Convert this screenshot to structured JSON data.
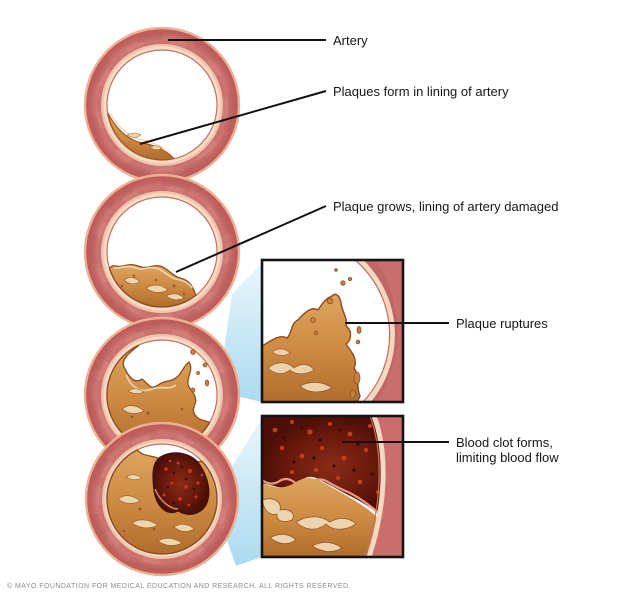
{
  "diagram": {
    "subject": "atherosclerosis-progression-in-artery",
    "labels": {
      "artery": "Artery",
      "plaques_form": "Plaques form in lining of artery",
      "plaque_grows": "Plaque grows, lining of artery damaged",
      "plaque_ruptures": "Plaque ruptures",
      "blood_clot_line1": "Blood clot forms,",
      "blood_clot_line2": "limiting blood flow"
    },
    "stages": [
      {
        "label_ref": "artery"
      },
      {
        "label_ref": "plaques_form"
      },
      {
        "label_ref": "plaque_grows"
      },
      {
        "label_ref": "plaque_ruptures"
      },
      {
        "label_ref": "blood_clot"
      }
    ],
    "colors": {
      "artery_wall": "#c96e6c",
      "artery_rim": "#edb093",
      "artery_lining": "#f6d7c1",
      "lining_line": "#c4705f",
      "plaque": "#cf8b45",
      "plaque_streak": "#ecd9b6",
      "clot": "#5e150b",
      "clot_speckle": "#c23b20",
      "callout_blue": "#abdaf0",
      "leader_line": "#111111"
    }
  },
  "footer": {
    "copyright": "© MAYO FOUNDATION FOR MEDICAL EDUCATION AND RESEARCH. ALL RIGHTS RESERVED."
  }
}
